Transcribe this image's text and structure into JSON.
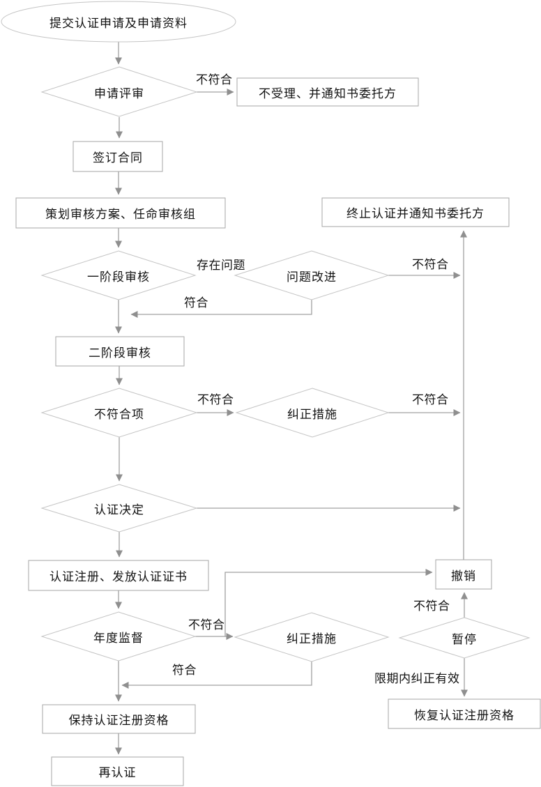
{
  "flowchart": {
    "nodes": {
      "start": "提交认证申请及申请资料",
      "application_review": "申请评审",
      "reject_notice": "不受理、并通知书委托方",
      "sign_contract": "签订合同",
      "plan_audit": "策划审核方案、任命审核组",
      "terminate_notice": "终止认证并通知书委托方",
      "stage1_audit": "一阶段审核",
      "problem_improve": "问题改进",
      "stage2_audit": "二阶段审核",
      "nonconformity": "不符合项",
      "corrective_action_1": "纠正措施",
      "cert_decision": "认证决定",
      "cert_register": "认证注册、发放认证证书",
      "revoke": "撤销",
      "annual_supervision": "年度监督",
      "corrective_action_2": "纠正措施",
      "suspend": "暂停",
      "restore_qualification": "恢复认证注册资格",
      "keep_qualification": "保持认证注册资格",
      "recertification": "再认证"
    },
    "edge_labels": {
      "review_fail": "不符合",
      "stage1_problem": "存在问题",
      "improve_fail": "不符合",
      "improve_pass": "符合",
      "nonconformity_fail": "不符合",
      "corrective1_fail": "不符合",
      "supervision_fail": "不符合",
      "supervision_pass": "符合",
      "suspend_fail": "不符合",
      "suspend_corrected": "限期内纠正有效"
    },
    "colors": {
      "connector": "#a0a0a0",
      "arrowhead": "#8f8f8f",
      "rect_border": "#a6a6a6",
      "curve_border": "#c4c4c4",
      "text": "#111111",
      "background": "#ffffff"
    }
  }
}
